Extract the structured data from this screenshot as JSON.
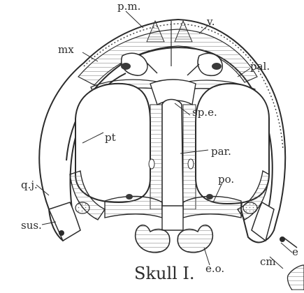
{
  "figure": {
    "caption": "Skull I.",
    "labels": {
      "pm": "p.m.",
      "v": "v.",
      "mx": "mx",
      "pal": "pal.",
      "spe": "sp.e.",
      "pt": "pt",
      "par": "par.",
      "po": "po.",
      "qj": "q.j.",
      "sus": "sus.",
      "eo": "e.o.",
      "e": "e",
      "cm": "cm"
    }
  },
  "colors": {
    "ink": "#2b2b2b",
    "hatch": "#6f6f6f",
    "paper": "#ffffff"
  }
}
